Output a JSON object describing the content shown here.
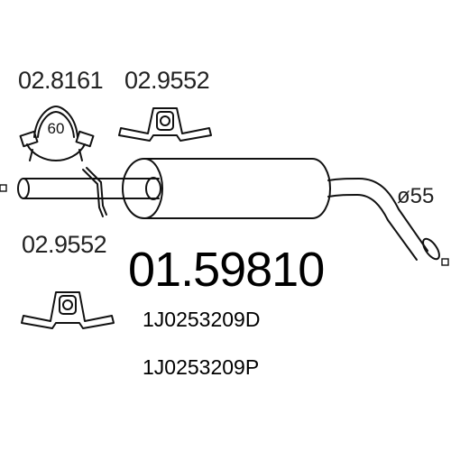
{
  "diagram": {
    "refs": {
      "clamp_ref": "02.8161",
      "clamp_size": "60",
      "mount_ref_top": "02.9552",
      "mount_ref_left": "02.9552"
    },
    "part_number": "01.59810",
    "oe_numbers": [
      "1J0253209D",
      "1J0253209P"
    ],
    "diameter_label": "ø55"
  }
}
